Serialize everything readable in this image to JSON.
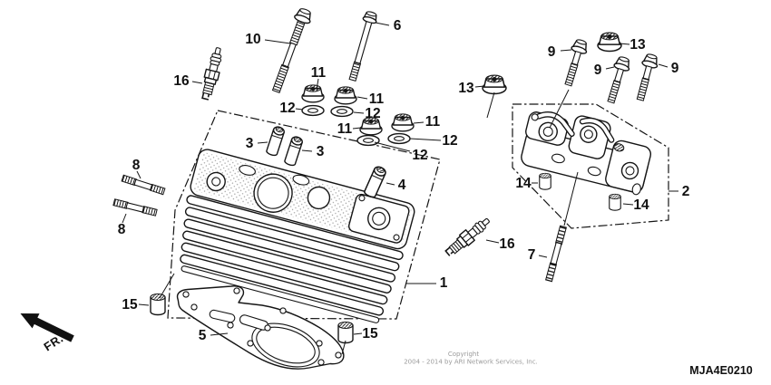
{
  "diagram": {
    "code": "MJA4E0210",
    "fr_label": "FR.",
    "copyright": {
      "line1": "Copyright",
      "line2": "2004 - 2014 by ARI Network Services, Inc."
    },
    "colors": {
      "line": "#151515",
      "background": "#ffffff",
      "muted_text": "#9b9b9b"
    },
    "callouts": [
      {
        "label": "10"
      },
      {
        "label": "6"
      },
      {
        "label": "16"
      },
      {
        "label": "11"
      },
      {
        "label": "12"
      },
      {
        "label": "11"
      },
      {
        "label": "12"
      },
      {
        "label": "11"
      },
      {
        "label": "12"
      },
      {
        "label": "11"
      },
      {
        "label": "12"
      },
      {
        "label": "3"
      },
      {
        "label": "3"
      },
      {
        "label": "4"
      },
      {
        "label": "8"
      },
      {
        "label": "8"
      },
      {
        "label": "9"
      },
      {
        "label": "13"
      },
      {
        "label": "9"
      },
      {
        "label": "9"
      },
      {
        "label": "13"
      },
      {
        "label": "14"
      },
      {
        "label": "14"
      },
      {
        "label": "2"
      },
      {
        "label": "16"
      },
      {
        "label": "7"
      },
      {
        "label": "1"
      },
      {
        "label": "15"
      },
      {
        "label": "15"
      },
      {
        "label": "5"
      }
    ]
  }
}
